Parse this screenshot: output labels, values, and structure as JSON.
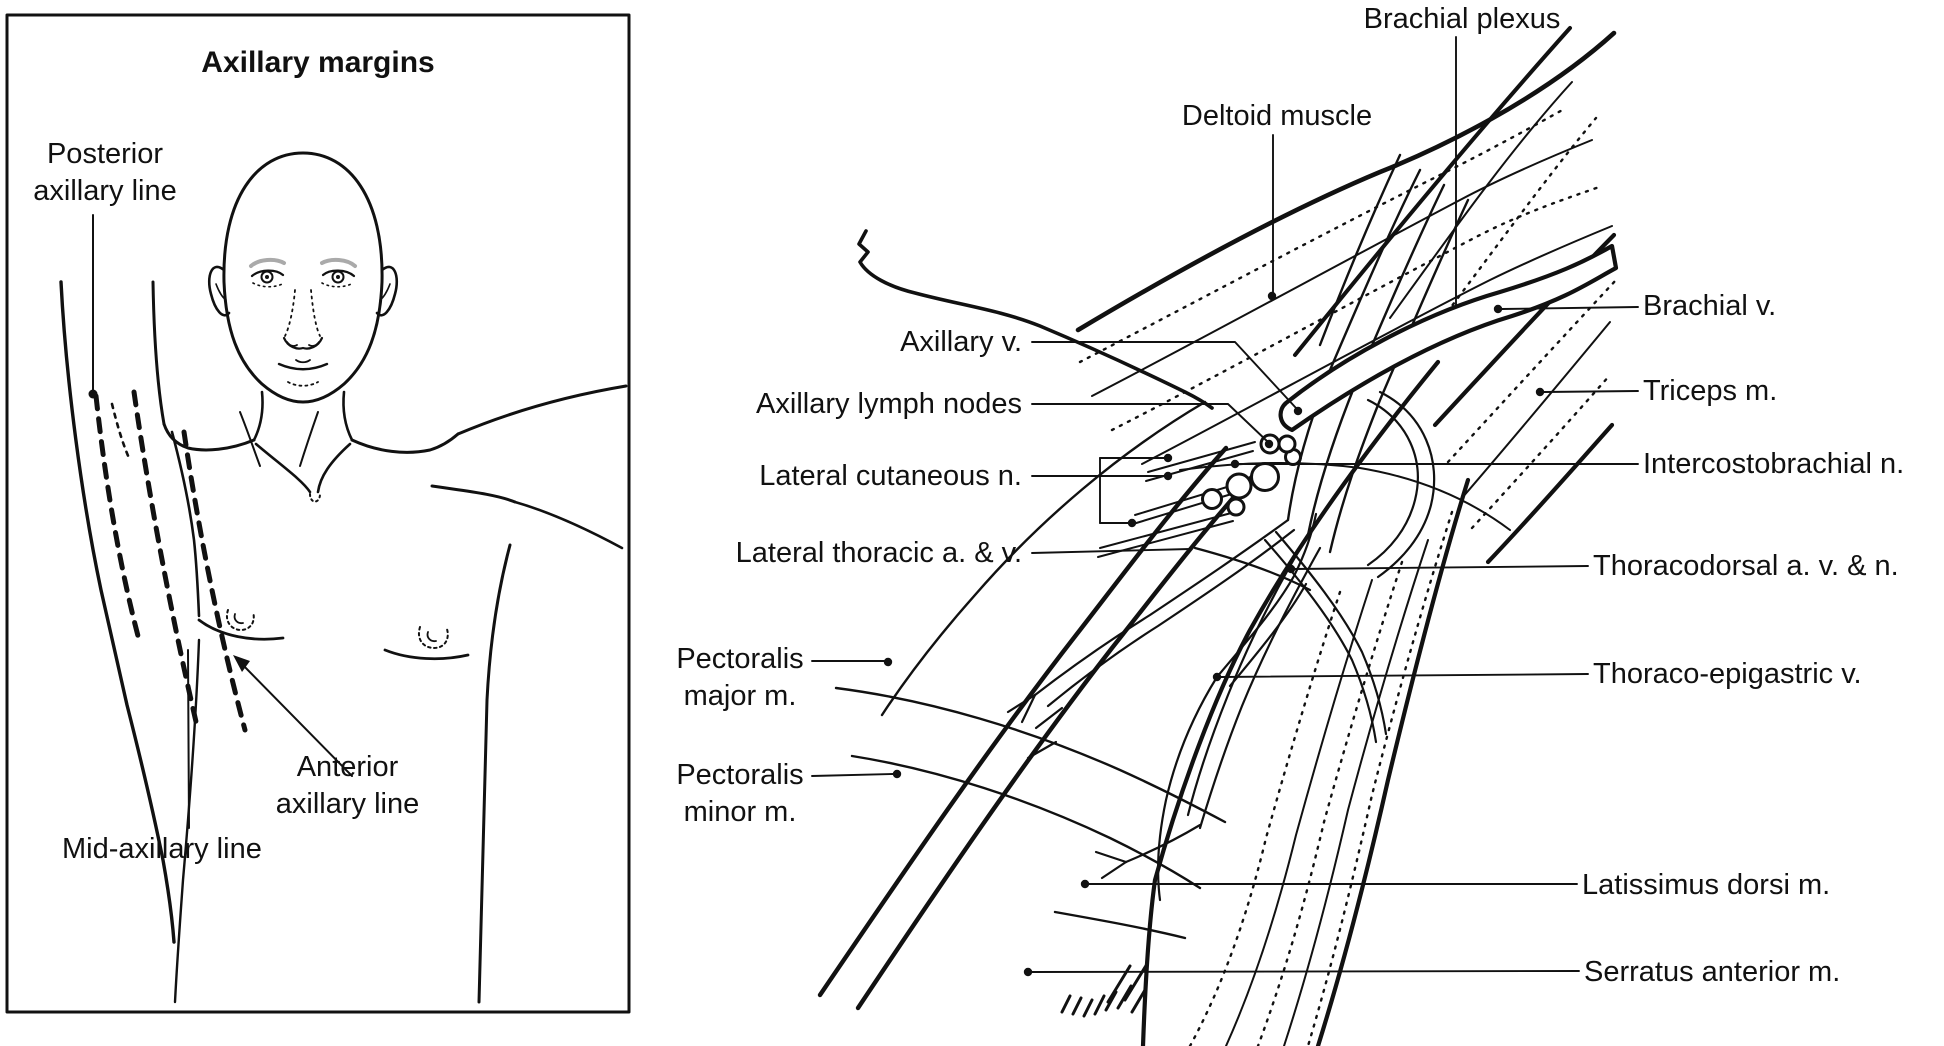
{
  "figure": {
    "left_panel": {
      "title": "Axillary margins",
      "labels": {
        "posterior_axillary_line": "Posterior\naxillary line",
        "anterior_axillary_line": "Anterior\naxillary line",
        "mid_axillary_line": "Mid-axillary line"
      }
    },
    "right_panel": {
      "labels": {
        "brachial_plexus": "Brachial plexus",
        "deltoid_muscle": "Deltoid muscle",
        "axillary_v": "Axillary v.",
        "axillary_lymph_nodes": "Axillary lymph nodes",
        "lateral_cutaneous_n": "Lateral cutaneous n.",
        "lateral_thoracic_a_v": "Lateral thoracic a. & v.",
        "pectoralis_major_m": "Pectoralis\nmajor m.",
        "pectoralis_minor_m": "Pectoralis\nminor m.",
        "brachial_v": "Brachial v.",
        "triceps_m": "Triceps m.",
        "intercostobrachial_n": "Intercostobrachial n.",
        "thoracodorsal_a_v_n": "Thoracodorsal a. v. & n.",
        "thoraco_epigastric_v": "Thoraco-epigastric v.",
        "latissimus_dorsi_m": "Latissimus dorsi m.",
        "serratus_anterior_m": "Serratus anterior m."
      }
    },
    "colors": {
      "ink": "#111111",
      "eyebrow": "#aaaaaa",
      "background": "#ffffff"
    }
  }
}
